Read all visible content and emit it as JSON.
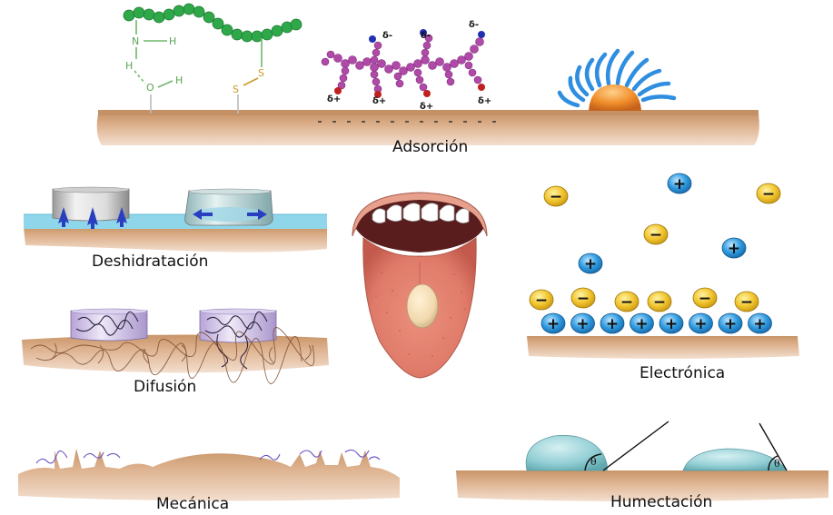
{
  "labels": {
    "adsorcion": "Adsorción",
    "deshidratacion": "Deshidratación",
    "difusion": "Difusión",
    "mecanica": "Mecánica",
    "electronica": "Electrónica",
    "humectacion": "Humectación"
  },
  "symbols": {
    "delta_minus": "δ-",
    "delta_plus": "δ+",
    "positive": "+",
    "negative": "−",
    "theta": "θ",
    "nitrogen": "N",
    "hydrogen": "H",
    "oxygen": "O",
    "sulfur": "S"
  },
  "colors": {
    "surface": "#d9ab84",
    "surface_dark": "#c18d62",
    "anion": "#f2c630",
    "cation": "#2f9be0",
    "polymer_chain": "#2fa84a",
    "molecule": "#b04aa8",
    "micelle": "#2f8ee0",
    "micelle_core": "#f08d2a",
    "droplet": "#8ec9cf",
    "water": "#8fd6ea",
    "tongue": "#e27f6f"
  }
}
